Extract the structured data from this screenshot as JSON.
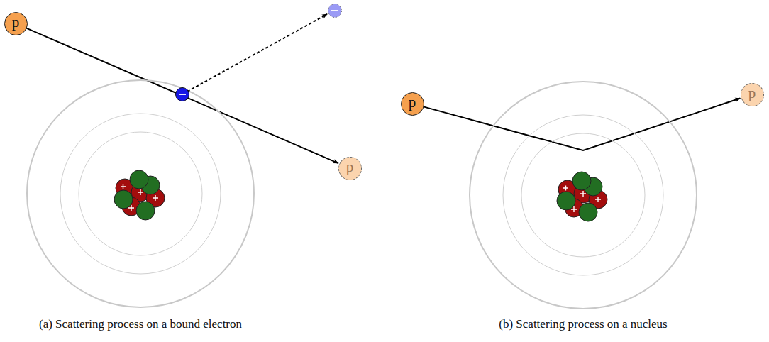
{
  "diagram": {
    "nodes": [
      {
        "text": [
          "p"
        ]
      },
      {
        "text": [
          "p"
        ]
      },
      {
        "text": [
          "p"
        ]
      },
      {
        "text": [
          "p"
        ]
      }
    ],
    "edges": [
      {
        "from": 0,
        "to": 1,
        "arrow": "to"
      },
      {
        "from": 2,
        "to": 3,
        "arrow": "to"
      }
    ],
    "labels": [
      "(a) Scattering process on a bound electron",
      "(b) Scattering process on a nucleus"
    ]
  }
}
